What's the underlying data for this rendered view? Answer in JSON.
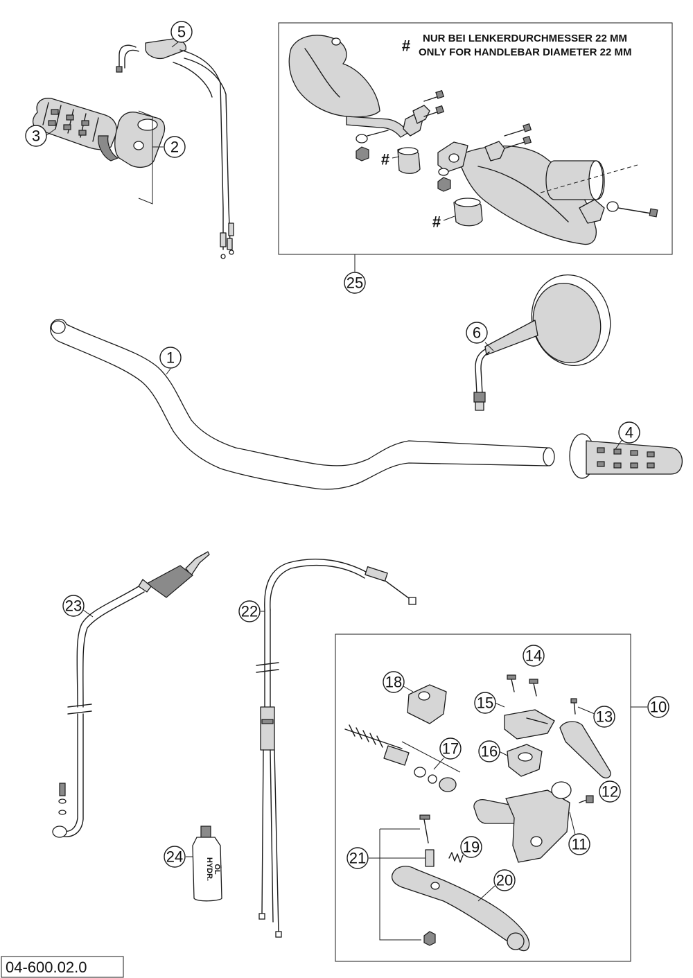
{
  "callouts": [
    {
      "id": "1",
      "label": "1"
    },
    {
      "id": "2",
      "label": "2"
    },
    {
      "id": "3",
      "label": "3"
    },
    {
      "id": "4",
      "label": "4"
    },
    {
      "id": "5",
      "label": "5"
    },
    {
      "id": "6",
      "label": "6"
    },
    {
      "id": "10",
      "label": "10"
    },
    {
      "id": "11",
      "label": "11"
    },
    {
      "id": "12",
      "label": "12"
    },
    {
      "id": "13",
      "label": "13"
    },
    {
      "id": "14",
      "label": "14"
    },
    {
      "id": "15",
      "label": "15"
    },
    {
      "id": "16",
      "label": "16"
    },
    {
      "id": "17",
      "label": "17"
    },
    {
      "id": "18",
      "label": "18"
    },
    {
      "id": "19",
      "label": "19"
    },
    {
      "id": "20",
      "label": "20"
    },
    {
      "id": "21",
      "label": "21"
    },
    {
      "id": "22",
      "label": "22"
    },
    {
      "id": "23",
      "label": "23"
    },
    {
      "id": "24",
      "label": "24"
    },
    {
      "id": "25",
      "label": "25"
    }
  ],
  "note": {
    "symbol": "#",
    "line1": "NUR BEI LENKERDURCHMESSER 22 MM",
    "line2": "ONLY FOR HANDLEBAR DIAMETER 22 MM"
  },
  "hash_marker": "#",
  "oil_bottle": {
    "line1": "HYDR.",
    "line2": "ÖL"
  },
  "drawing_code": "04-600.02.0"
}
